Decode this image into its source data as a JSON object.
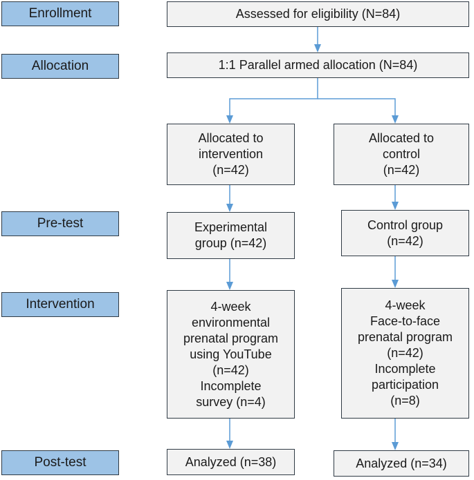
{
  "stages": {
    "enrollment": "Enrollment",
    "allocation": "Allocation",
    "pretest": "Pre-test",
    "intervention": "Intervention",
    "posttest": "Post-test"
  },
  "assessed": "Assessed for eligibility (N=84)",
  "allocation_box": "1:1 Parallel armed allocation (N=84)",
  "intervention_arm": {
    "allocated": [
      "Allocated to",
      "intervention",
      "(n=42)"
    ],
    "pretest": [
      "Experimental",
      "group (n=42)"
    ],
    "program": [
      "4-week",
      "environmental",
      "prenatal program",
      "using YouTube",
      "(n=42)",
      "Incomplete",
      "survey (n=4)"
    ],
    "analyzed": "Analyzed (n=38)"
  },
  "control_arm": {
    "allocated": [
      "Allocated to",
      "control",
      "(n=42)"
    ],
    "pretest": [
      "Control group",
      "(n=42)"
    ],
    "program": [
      "4-week",
      "Face-to-face",
      "prenatal program",
      "(n=42)",
      "Incomplete",
      "participation",
      "(n=8)"
    ],
    "analyzed": "Analyzed (n=34)"
  },
  "colors": {
    "stage_fill": "#9dc3e6",
    "box_fill": "#f2f2f2",
    "border": "#2f3a44",
    "arrow": "#5b9bd5"
  }
}
